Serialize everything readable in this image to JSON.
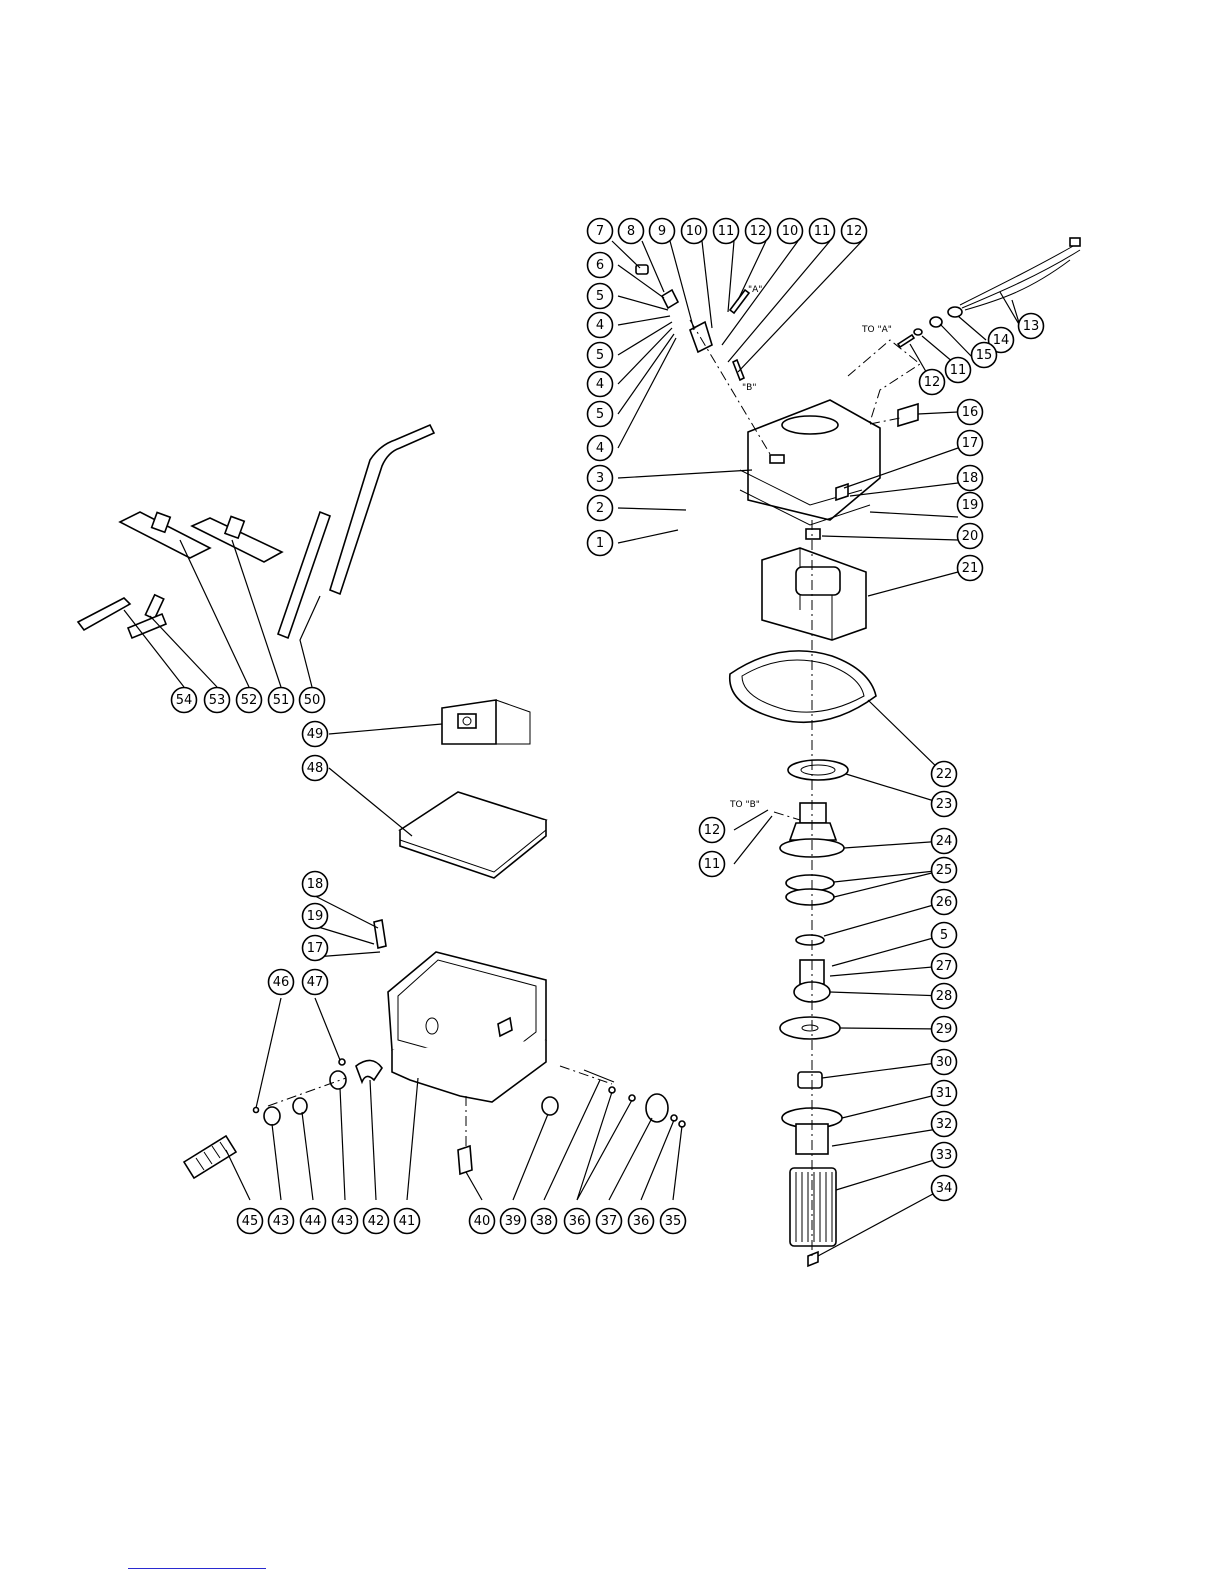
{
  "callouts": [
    {
      "label": "7"
    },
    {
      "label": "8"
    },
    {
      "label": "9"
    },
    {
      "label": "10"
    },
    {
      "label": "11"
    },
    {
      "label": "12"
    },
    {
      "label": "10"
    },
    {
      "label": "11"
    },
    {
      "label": "12"
    },
    {
      "label": "6"
    },
    {
      "label": "5"
    },
    {
      "label": "4"
    },
    {
      "label": "5"
    },
    {
      "label": "4"
    },
    {
      "label": "5"
    },
    {
      "label": "4"
    },
    {
      "label": "3"
    },
    {
      "label": "2"
    },
    {
      "label": "1"
    },
    {
      "label": "13"
    },
    {
      "label": "14"
    },
    {
      "label": "15"
    },
    {
      "label": "11"
    },
    {
      "label": "12"
    },
    {
      "label": "16"
    },
    {
      "label": "17"
    },
    {
      "label": "18"
    },
    {
      "label": "19"
    },
    {
      "label": "20"
    },
    {
      "label": "21"
    },
    {
      "label": "22"
    },
    {
      "label": "23"
    },
    {
      "label": "12"
    },
    {
      "label": "11"
    },
    {
      "label": "24"
    },
    {
      "label": "25"
    },
    {
      "label": "26"
    },
    {
      "label": "5"
    },
    {
      "label": "27"
    },
    {
      "label": "28"
    },
    {
      "label": "29"
    },
    {
      "label": "30"
    },
    {
      "label": "31"
    },
    {
      "label": "32"
    },
    {
      "label": "33"
    },
    {
      "label": "34"
    },
    {
      "label": "54"
    },
    {
      "label": "53"
    },
    {
      "label": "52"
    },
    {
      "label": "51"
    },
    {
      "label": "50"
    },
    {
      "label": "49"
    },
    {
      "label": "48"
    },
    {
      "label": "18"
    },
    {
      "label": "19"
    },
    {
      "label": "17"
    },
    {
      "label": "46"
    },
    {
      "label": "47"
    },
    {
      "label": "45"
    },
    {
      "label": "43"
    },
    {
      "label": "44"
    },
    {
      "label": "43"
    },
    {
      "label": "42"
    },
    {
      "label": "41"
    },
    {
      "label": "40"
    },
    {
      "label": "39"
    },
    {
      "label": "38"
    },
    {
      "label": "36"
    },
    {
      "label": "37"
    },
    {
      "label": "36"
    },
    {
      "label": "35"
    }
  ],
  "connection_labels": {
    "a_top": "\"A\"",
    "b_top": "\"B\"",
    "to_a": "TO  \"A\"",
    "to_b": "TO  \"B\""
  }
}
